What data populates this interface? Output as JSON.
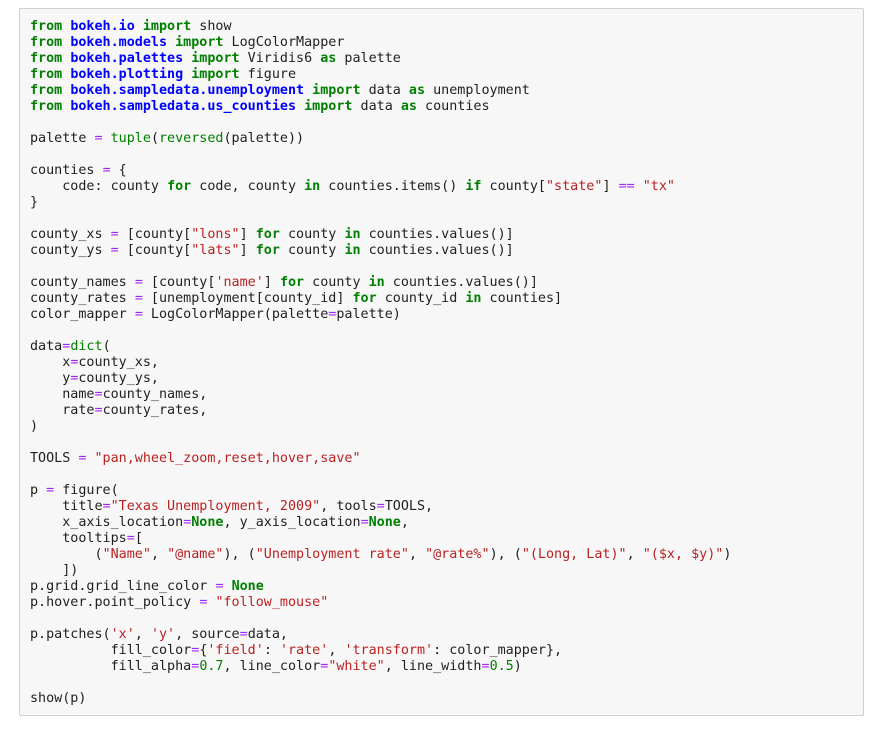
{
  "code_cell": {
    "lines": [
      [
        [
          "kw",
          "from"
        ],
        [
          "txt",
          " "
        ],
        [
          "mod",
          "bokeh.io"
        ],
        [
          "txt",
          " "
        ],
        [
          "kw",
          "import"
        ],
        [
          "txt",
          " show"
        ]
      ],
      [
        [
          "kw",
          "from"
        ],
        [
          "txt",
          " "
        ],
        [
          "mod",
          "bokeh.models"
        ],
        [
          "txt",
          " "
        ],
        [
          "kw",
          "import"
        ],
        [
          "txt",
          " LogColorMapper"
        ]
      ],
      [
        [
          "kw",
          "from"
        ],
        [
          "txt",
          " "
        ],
        [
          "mod",
          "bokeh.palettes"
        ],
        [
          "txt",
          " "
        ],
        [
          "kw",
          "import"
        ],
        [
          "txt",
          " Viridis6 "
        ],
        [
          "kw",
          "as"
        ],
        [
          "txt",
          " palette"
        ]
      ],
      [
        [
          "kw",
          "from"
        ],
        [
          "txt",
          " "
        ],
        [
          "mod",
          "bokeh.plotting"
        ],
        [
          "txt",
          " "
        ],
        [
          "kw",
          "import"
        ],
        [
          "txt",
          " figure"
        ]
      ],
      [
        [
          "kw",
          "from"
        ],
        [
          "txt",
          " "
        ],
        [
          "mod",
          "bokeh.sampledata.unemployment"
        ],
        [
          "txt",
          " "
        ],
        [
          "kw",
          "import"
        ],
        [
          "txt",
          " data "
        ],
        [
          "kw",
          "as"
        ],
        [
          "txt",
          " unemployment"
        ]
      ],
      [
        [
          "kw",
          "from"
        ],
        [
          "txt",
          " "
        ],
        [
          "mod",
          "bokeh.sampledata.us_counties"
        ],
        [
          "txt",
          " "
        ],
        [
          "kw",
          "import"
        ],
        [
          "txt",
          " data "
        ],
        [
          "kw",
          "as"
        ],
        [
          "txt",
          " counties"
        ]
      ],
      [],
      [
        [
          "txt",
          "palette "
        ],
        [
          "op",
          "="
        ],
        [
          "txt",
          " "
        ],
        [
          "bi",
          "tuple"
        ],
        [
          "txt",
          "("
        ],
        [
          "bi",
          "reversed"
        ],
        [
          "txt",
          "(palette))"
        ]
      ],
      [],
      [
        [
          "txt",
          "counties "
        ],
        [
          "op",
          "="
        ],
        [
          "txt",
          " {"
        ]
      ],
      [
        [
          "txt",
          "    code: county "
        ],
        [
          "kw",
          "for"
        ],
        [
          "txt",
          " code, county "
        ],
        [
          "kw",
          "in"
        ],
        [
          "txt",
          " counties.items() "
        ],
        [
          "kw",
          "if"
        ],
        [
          "txt",
          " county["
        ],
        [
          "str",
          "\"state\""
        ],
        [
          "txt",
          "] "
        ],
        [
          "op",
          "=="
        ],
        [
          "txt",
          " "
        ],
        [
          "str",
          "\"tx\""
        ]
      ],
      [
        [
          "txt",
          "}"
        ]
      ],
      [],
      [
        [
          "txt",
          "county_xs "
        ],
        [
          "op",
          "="
        ],
        [
          "txt",
          " [county["
        ],
        [
          "str",
          "\"lons\""
        ],
        [
          "txt",
          "] "
        ],
        [
          "kw",
          "for"
        ],
        [
          "txt",
          " county "
        ],
        [
          "kw",
          "in"
        ],
        [
          "txt",
          " counties.values()]"
        ]
      ],
      [
        [
          "txt",
          "county_ys "
        ],
        [
          "op",
          "="
        ],
        [
          "txt",
          " [county["
        ],
        [
          "str",
          "\"lats\""
        ],
        [
          "txt",
          "] "
        ],
        [
          "kw",
          "for"
        ],
        [
          "txt",
          " county "
        ],
        [
          "kw",
          "in"
        ],
        [
          "txt",
          " counties.values()]"
        ]
      ],
      [],
      [
        [
          "txt",
          "county_names "
        ],
        [
          "op",
          "="
        ],
        [
          "txt",
          " [county["
        ],
        [
          "str",
          "'name'"
        ],
        [
          "txt",
          "] "
        ],
        [
          "kw",
          "for"
        ],
        [
          "txt",
          " county "
        ],
        [
          "kw",
          "in"
        ],
        [
          "txt",
          " counties.values()]"
        ]
      ],
      [
        [
          "txt",
          "county_rates "
        ],
        [
          "op",
          "="
        ],
        [
          "txt",
          " [unemployment[county_id] "
        ],
        [
          "kw",
          "for"
        ],
        [
          "txt",
          " county_id "
        ],
        [
          "kw",
          "in"
        ],
        [
          "txt",
          " counties]"
        ]
      ],
      [
        [
          "txt",
          "color_mapper "
        ],
        [
          "op",
          "="
        ],
        [
          "txt",
          " LogColorMapper(palette"
        ],
        [
          "op",
          "="
        ],
        [
          "txt",
          "palette)"
        ]
      ],
      [],
      [
        [
          "txt",
          "data"
        ],
        [
          "op",
          "="
        ],
        [
          "bi",
          "dict"
        ],
        [
          "txt",
          "("
        ]
      ],
      [
        [
          "txt",
          "    x"
        ],
        [
          "op",
          "="
        ],
        [
          "txt",
          "county_xs,"
        ]
      ],
      [
        [
          "txt",
          "    y"
        ],
        [
          "op",
          "="
        ],
        [
          "txt",
          "county_ys,"
        ]
      ],
      [
        [
          "txt",
          "    name"
        ],
        [
          "op",
          "="
        ],
        [
          "txt",
          "county_names,"
        ]
      ],
      [
        [
          "txt",
          "    rate"
        ],
        [
          "op",
          "="
        ],
        [
          "txt",
          "county_rates,"
        ]
      ],
      [
        [
          "txt",
          ")"
        ]
      ],
      [],
      [
        [
          "txt",
          "TOOLS "
        ],
        [
          "op",
          "="
        ],
        [
          "txt",
          " "
        ],
        [
          "str",
          "\"pan,wheel_zoom,reset,hover,save\""
        ]
      ],
      [],
      [
        [
          "txt",
          "p "
        ],
        [
          "op",
          "="
        ],
        [
          "txt",
          " figure("
        ]
      ],
      [
        [
          "txt",
          "    title"
        ],
        [
          "op",
          "="
        ],
        [
          "str",
          "\"Texas Unemployment, 2009\""
        ],
        [
          "txt",
          ", tools"
        ],
        [
          "op",
          "="
        ],
        [
          "txt",
          "TOOLS,"
        ]
      ],
      [
        [
          "txt",
          "    x_axis_location"
        ],
        [
          "op",
          "="
        ],
        [
          "kw",
          "None"
        ],
        [
          "txt",
          ", y_axis_location"
        ],
        [
          "op",
          "="
        ],
        [
          "kw",
          "None"
        ],
        [
          "txt",
          ","
        ]
      ],
      [
        [
          "txt",
          "    tooltips"
        ],
        [
          "op",
          "="
        ],
        [
          "txt",
          "["
        ]
      ],
      [
        [
          "txt",
          "        ("
        ],
        [
          "str",
          "\"Name\""
        ],
        [
          "txt",
          ", "
        ],
        [
          "str",
          "\"@name\""
        ],
        [
          "txt",
          "), ("
        ],
        [
          "str",
          "\"Unemployment rate\""
        ],
        [
          "txt",
          ", "
        ],
        [
          "str",
          "\"@rate%\""
        ],
        [
          "txt",
          "), ("
        ],
        [
          "str",
          "\"(Long, Lat)\""
        ],
        [
          "txt",
          ", "
        ],
        [
          "str",
          "\"($x, $y)\""
        ],
        [
          "txt",
          ")"
        ]
      ],
      [
        [
          "txt",
          "    ])"
        ]
      ],
      [
        [
          "txt",
          "p.grid.grid_line_color "
        ],
        [
          "op",
          "="
        ],
        [
          "txt",
          " "
        ],
        [
          "kw",
          "None"
        ]
      ],
      [
        [
          "txt",
          "p.hover.point_policy "
        ],
        [
          "op",
          "="
        ],
        [
          "txt",
          " "
        ],
        [
          "str",
          "\"follow_mouse\""
        ]
      ],
      [],
      [
        [
          "txt",
          "p.patches("
        ],
        [
          "str",
          "'x'"
        ],
        [
          "txt",
          ", "
        ],
        [
          "str",
          "'y'"
        ],
        [
          "txt",
          ", source"
        ],
        [
          "op",
          "="
        ],
        [
          "txt",
          "data,"
        ]
      ],
      [
        [
          "txt",
          "          fill_color"
        ],
        [
          "op",
          "="
        ],
        [
          "txt",
          "{"
        ],
        [
          "str",
          "'field'"
        ],
        [
          "txt",
          ": "
        ],
        [
          "str",
          "'rate'"
        ],
        [
          "txt",
          ", "
        ],
        [
          "str",
          "'transform'"
        ],
        [
          "txt",
          ": color_mapper},"
        ]
      ],
      [
        [
          "txt",
          "          fill_alpha"
        ],
        [
          "op",
          "="
        ],
        [
          "num",
          "0.7"
        ],
        [
          "txt",
          ", line_color"
        ],
        [
          "op",
          "="
        ],
        [
          "str",
          "\"white\""
        ],
        [
          "txt",
          ", line_width"
        ],
        [
          "op",
          "="
        ],
        [
          "num",
          "0.5"
        ],
        [
          "txt",
          ")"
        ]
      ],
      [],
      [
        [
          "txt",
          "show(p)"
        ]
      ]
    ]
  }
}
